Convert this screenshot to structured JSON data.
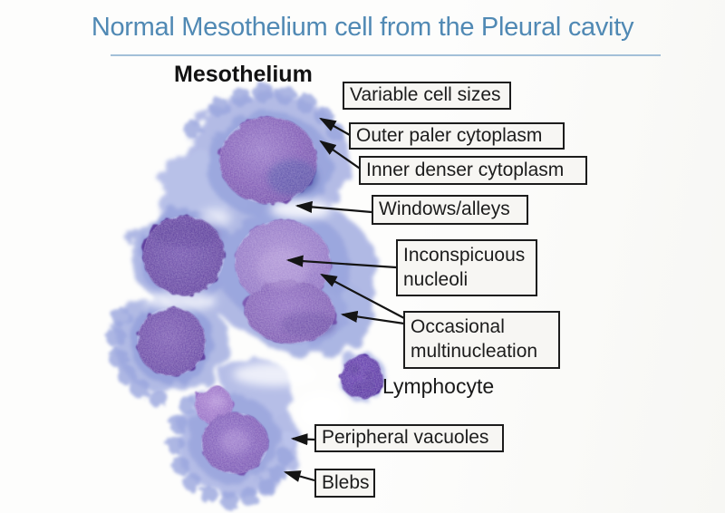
{
  "title": "Normal Mesothelium cell from the Pleural cavity",
  "section_label": "Mesothelium",
  "annotations": {
    "variable": "Variable cell sizes",
    "outer": "Outer paler cytoplasm",
    "inner": "Inner denser cytoplasm",
    "windows": "Windows/alleys",
    "nucleoli": "Inconspicuous nucleoli",
    "multinucleation": "Occasional multinucleation",
    "lymphocyte": "Lymphocyte",
    "vacuoles": "Peripheral vacuoles",
    "blebs": "Blebs"
  },
  "colors": {
    "title_color": "#5089b4",
    "title_underline": "#a3c0d8",
    "annotation_border": "#1c1c1c",
    "annotation_text": "#1c1c1c",
    "annotation_bg": "#f7f6f3",
    "cytoplasm_light": "#adb6e4",
    "cytoplasm_dense": "#93a0db",
    "nucleus_purple": "#7a58b4",
    "nucleus_dark": "#5d3d9c",
    "lymphocyte_nucleus": "#5a35a8",
    "arrow": "#141414",
    "background": "#fcfcfa"
  }
}
